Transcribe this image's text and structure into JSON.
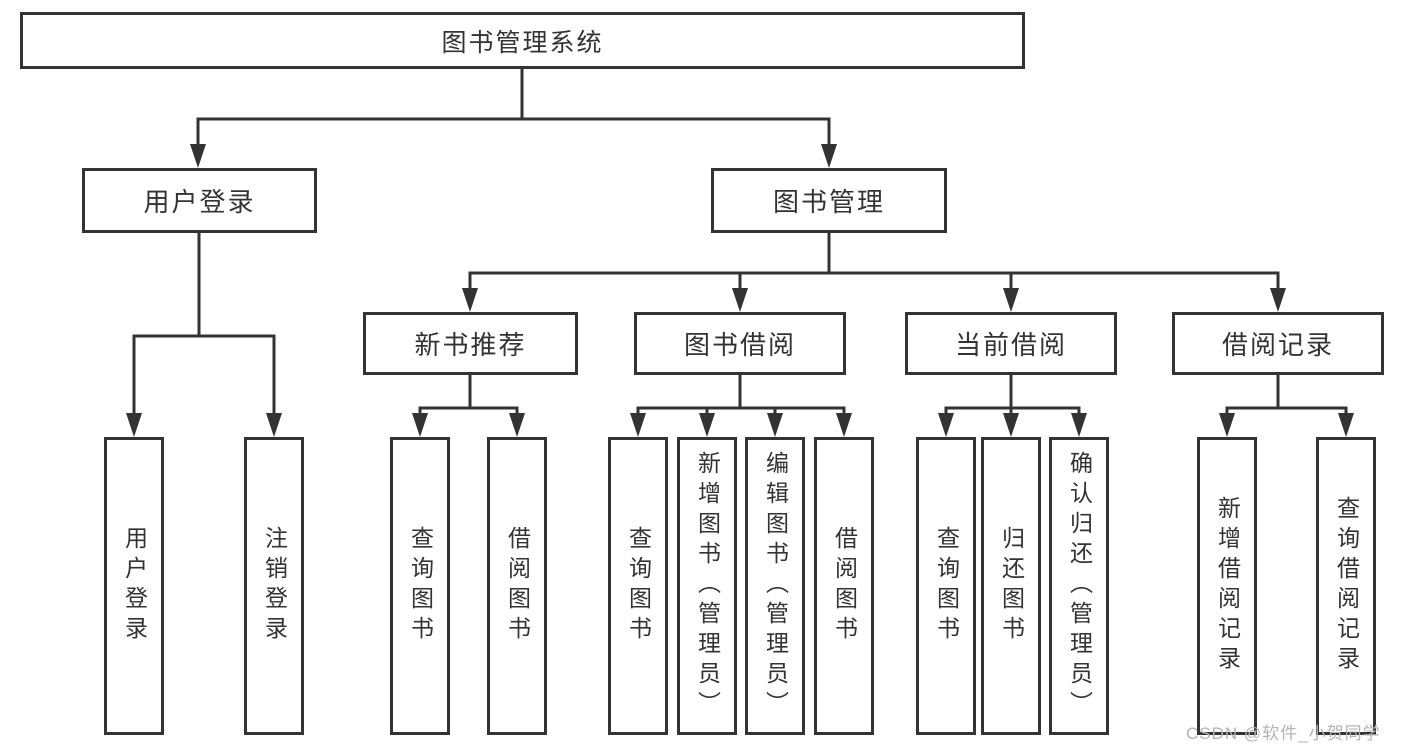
{
  "tree": {
    "label": "图书管理系统",
    "children": [
      {
        "label": "用户登录",
        "children": [
          {
            "label": "用户登录"
          },
          {
            "label": "注销登录"
          }
        ]
      },
      {
        "label": "图书管理",
        "children": [
          {
            "label": "新书推荐",
            "children": [
              {
                "label": "查询图书"
              },
              {
                "label": "借阅图书"
              }
            ]
          },
          {
            "label": "图书借阅",
            "children": [
              {
                "label": "查询图书"
              },
              {
                "label": "新增图书（管理员）"
              },
              {
                "label": "编辑图书（管理员）"
              },
              {
                "label": "借阅图书"
              }
            ]
          },
          {
            "label": "当前借阅",
            "children": [
              {
                "label": "查询图书"
              },
              {
                "label": "归还图书"
              },
              {
                "label": "确认归还（管理员）"
              }
            ]
          },
          {
            "label": "借阅记录",
            "children": [
              {
                "label": "新增借阅记录"
              },
              {
                "label": "查询借阅记录"
              }
            ]
          }
        ]
      }
    ]
  },
  "watermark": "CSDN @软件_小贺同学",
  "colors": {
    "line": "#333333",
    "box_border": "#333333",
    "box_fill": "#ffffff",
    "text": "#333333",
    "watermark": "#b4b4b4",
    "background": "#ffffff"
  }
}
